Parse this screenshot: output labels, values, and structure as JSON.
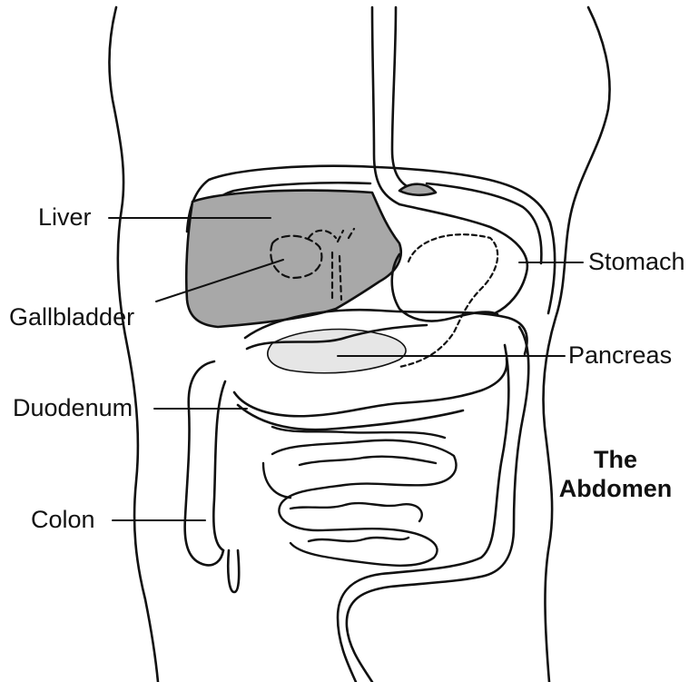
{
  "title": {
    "line1": "The",
    "line2": "Abdomen"
  },
  "labels": {
    "liver": "Liver",
    "gallbladder": "Gallbladder",
    "stomach": "Stomach",
    "pancreas": "Pancreas",
    "duodenum": "Duodenum",
    "colon": "Colon"
  },
  "colors": {
    "liver_fill": "#a8a8a8",
    "pancreas_fill": "#e6e6e6",
    "outline": "#111111"
  }
}
